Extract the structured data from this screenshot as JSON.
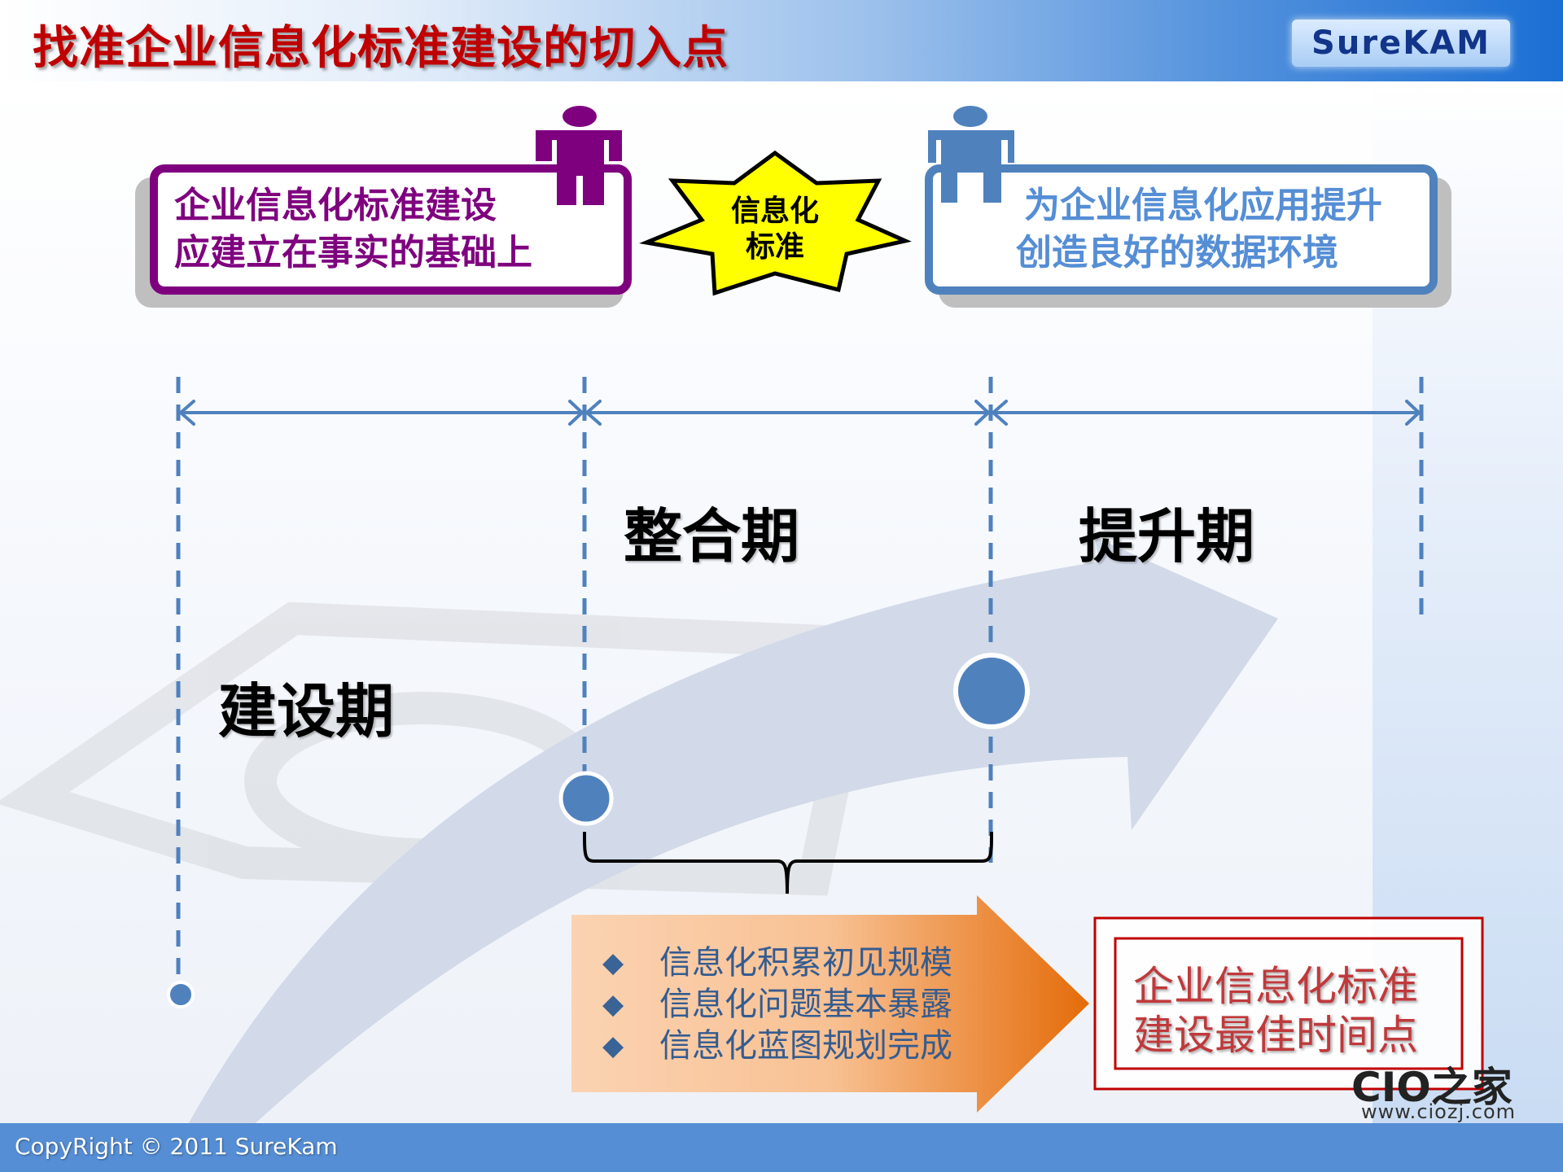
{
  "header": {
    "title": "找准企业信息化标准建设的切入点",
    "logo_text": "SureKAM"
  },
  "callouts": {
    "left": {
      "line1": "企业信息化标准建设",
      "line2": "应建立在事实的基础上",
      "color": "#7f007f",
      "icon": "person-icon"
    },
    "center_star": {
      "line1": "信息化",
      "line2": "标准",
      "fill": "#ffff00"
    },
    "right": {
      "line1": "为企业信息化应用提升",
      "line2": "创造良好的数据环境",
      "color": "#4f81bd",
      "icon": "person-icon"
    }
  },
  "timeline": {
    "phases": [
      {
        "label": "建设期"
      },
      {
        "label": "整合期"
      },
      {
        "label": "提升期"
      }
    ],
    "line_color": "#4f81bd"
  },
  "bullets": {
    "items": [
      {
        "marker": "◆",
        "text": "信息化积累初见规模"
      },
      {
        "marker": "◆",
        "text": "信息化问题基本暴露"
      },
      {
        "marker": "◆",
        "text": "信息化蓝图规划完成"
      }
    ]
  },
  "conclusion": {
    "line1": "企业信息化标准",
    "line2": "建设最佳时间点",
    "color": "#c00000"
  },
  "watermark": {
    "brand": "CIO之家",
    "url": "www.ciozj.com"
  },
  "footer": {
    "copyright": "CopyRight © 2011 SureKam"
  }
}
